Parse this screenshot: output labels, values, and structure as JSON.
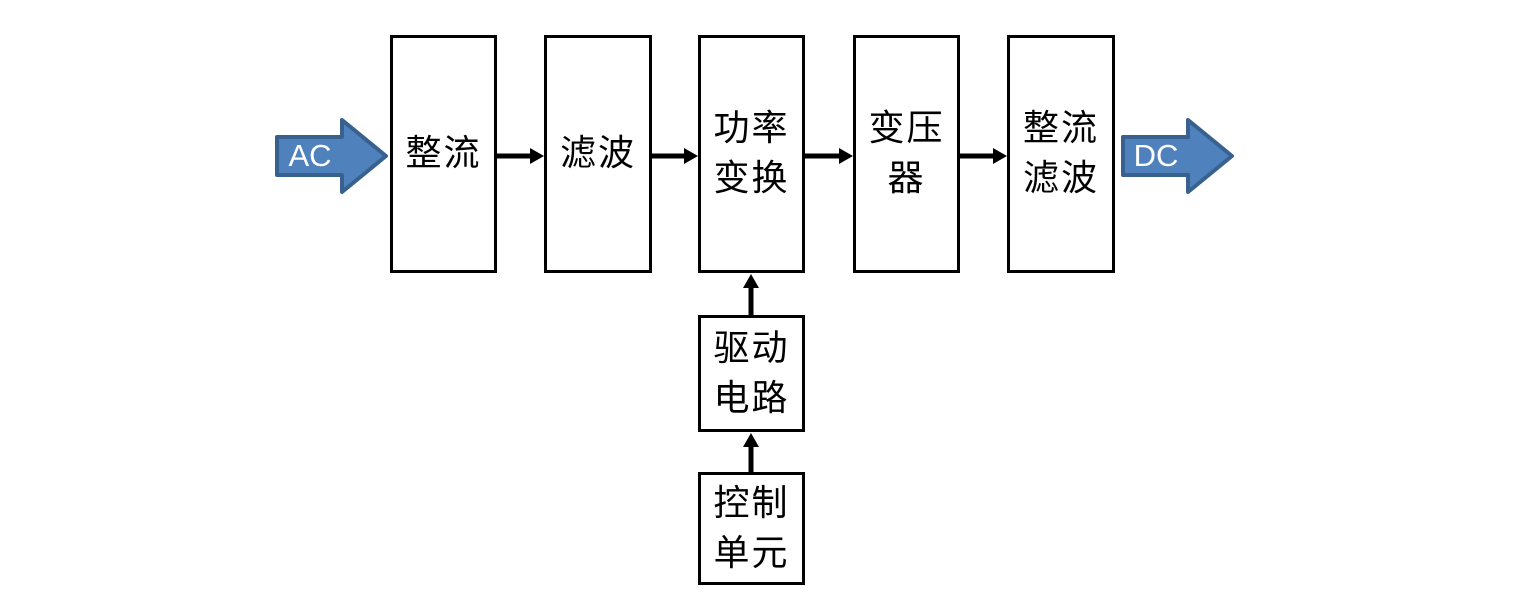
{
  "diagram": {
    "kind": "power-supply-block-diagram",
    "blocks": {
      "rectifier": {
        "label": "整流"
      },
      "filter": {
        "label": "滤波"
      },
      "power_conversion": {
        "label": "功率\n变换"
      },
      "transformer": {
        "label": "变压\n器"
      },
      "rectify_filter": {
        "label": "整流\n滤波"
      },
      "drive_circuit": {
        "label": "驱动\n电路"
      },
      "control_unit": {
        "label": "控制\n单元"
      }
    },
    "io": {
      "input_label": "AC",
      "output_label": "DC"
    },
    "flows": [
      "AC → 整流",
      "整流 → 滤波",
      "滤波 → 功率变换",
      "功率变换 → 变压器",
      "变压器 → 整流滤波",
      "整流滤波 → DC",
      "控制单元 → 驱动电路",
      "驱动电路 → 功率变换"
    ],
    "colors": {
      "block_arrow_fill": "#4f81bd",
      "block_arrow_stroke": "#38618f",
      "connector": "#000000",
      "box_border": "#000000",
      "background": "#ffffff",
      "io_text": "#ffffff"
    }
  }
}
